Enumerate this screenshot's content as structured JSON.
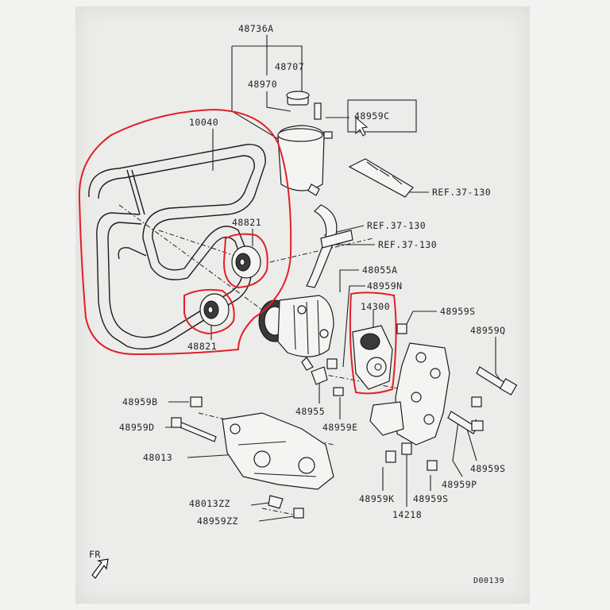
{
  "labels": {
    "p48736A": "48736A",
    "p48707": "48707",
    "p48970": "48970",
    "p48959C": "48959C",
    "p10040": "10040",
    "ref1": "REF.37-130",
    "ref2": "REF.37-130",
    "ref3": "REF.37-130",
    "p48821_top": "48821",
    "p48821_bot": "48821",
    "p48055A": "48055A",
    "p48959N": "48959N",
    "p14300": "14300",
    "p48959S_top": "48959S",
    "p48959Q": "48959Q",
    "p48959B": "48959B",
    "p48959D": "48959D",
    "p48955": "48955",
    "p48959E": "48959E",
    "p48013": "48013",
    "p48959S_bot": "48959S",
    "p48959P": "48959P",
    "p48959K": "48959K",
    "p48959S_low": "48959S",
    "p14218": "14218",
    "p48013ZZ": "48013ZZ",
    "p48959ZZ": "48959ZZ",
    "fr": "FR",
    "code": "D00139"
  },
  "colors": {
    "ink": "#222222",
    "highlight": "#e0202a",
    "paper": "#ececea"
  }
}
